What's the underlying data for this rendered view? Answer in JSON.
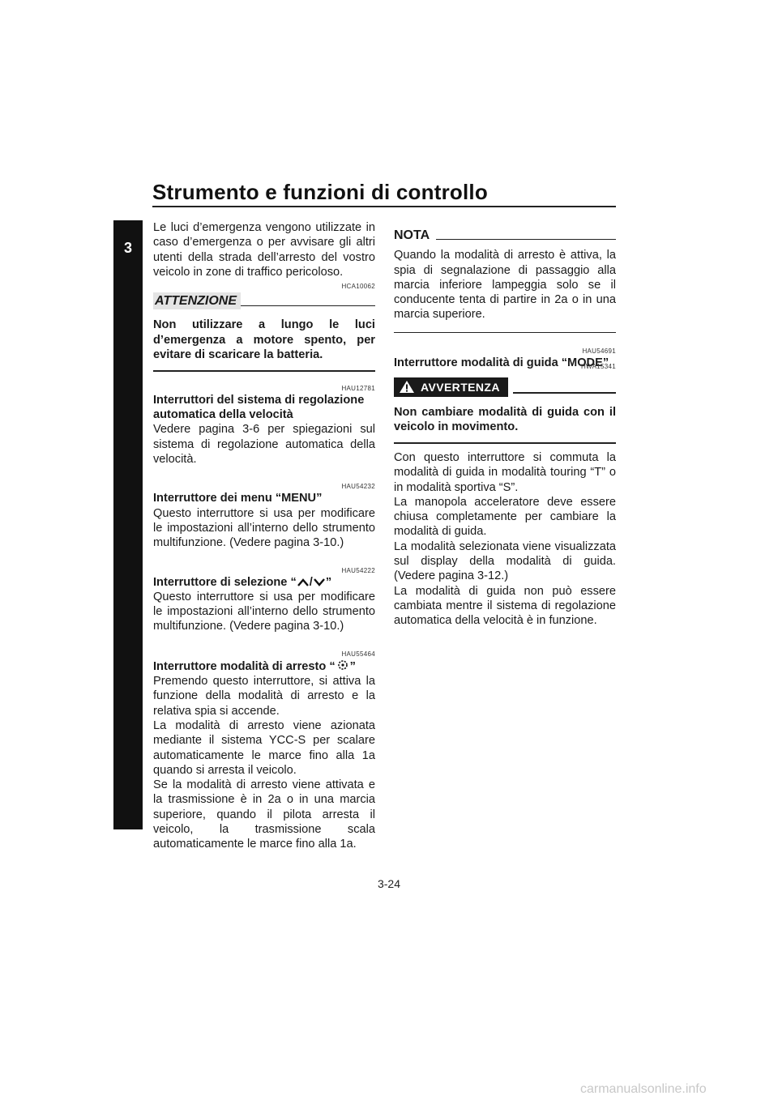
{
  "header": {
    "title": "Strumento e funzioni di controllo",
    "chapter": "3"
  },
  "left": {
    "intro": "Le luci d’emergenza vengono utilizzate in caso d’emergenza o per avvisare gli altri utenti della strada dell’arresto del vostro veicolo in zone di traffico pericoloso.",
    "attention_code": "HCA10062",
    "attention_label": "ATTENZIONE",
    "attention_text": "Non utilizzare a lungo le luci d’emergenza a motore spento, per evitare di scaricare la batteria.",
    "s1_code": "HAU12781",
    "s1_title": "Interruttori del sistema di regolazione automatica della velocità",
    "s1_text": "Vedere pagina 3-6 per spiegazioni sul sistema di regolazione automatica della velocità.",
    "s2_code": "HAU54232",
    "s2_title": "Interruttore dei menu “MENU”",
    "s2_text": "Questo interruttore si usa per modificare le impostazioni all’interno dello strumento multifunzione. (Vedere pagina 3-10.)",
    "s3_code": "HAU54222",
    "s3_title_pre": "Interruttore di selezione “",
    "s3_title_sep": "/",
    "s3_title_post": "”",
    "s3_text": "Questo interruttore si usa per modificare le impostazioni all’interno dello strumento multifunzione. (Vedere pagina 3-10.)",
    "s4_code": "HAU55464",
    "s4_title_pre": "Interruttore modalità di arresto “",
    "s4_title_post": "”",
    "s4_p1": "Premendo questo interruttore, si attiva la funzione della modalità di arresto e la relativa spia si accende.",
    "s4_p2": "La modalità di arresto viene azionata mediante il sistema YCC-S per scalare automaticamente le marce fino alla 1a quando si arresta il veicolo.",
    "s4_p3": "Se la modalità di arresto viene attivata e la trasmissione è in 2a o in una marcia superiore, quando il pilota arresta il veicolo, la trasmissione scala automaticamente le marce fino alla 1a."
  },
  "right": {
    "nota_label": "NOTA",
    "nota_text": "Quando la modalità di arresto è attiva, la spia di segnalazione di passaggio alla marcia inferiore lampeggia solo se il conducente tenta di partire in 2a o in una marcia superiore.",
    "s5_code": "HAU54691",
    "s5_title": "Interruttore modalità di guida “MODE”",
    "warn_code": "HWA15341",
    "warn_label": "AVVERTENZA",
    "warn_text": "Non cambiare modalità di guida con il veicolo in movimento.",
    "p1": "Con questo interruttore si commuta la modalità di guida in modalità touring “T” o in modalità sportiva “S”.",
    "p2": "La manopola acceleratore deve essere chiusa completamente per cambiare la modalità di guida.",
    "p3": "La modalità selezionata viene visualizzata sul display della modalità di guida. (Vedere pagina 3-12.)",
    "p4": "La modalità di guida non può essere cambiata mentre il sistema di regolazione automatica della velocità è in funzione."
  },
  "footer": {
    "page_number": "3-24",
    "watermark": "carmanualsonline.info"
  }
}
